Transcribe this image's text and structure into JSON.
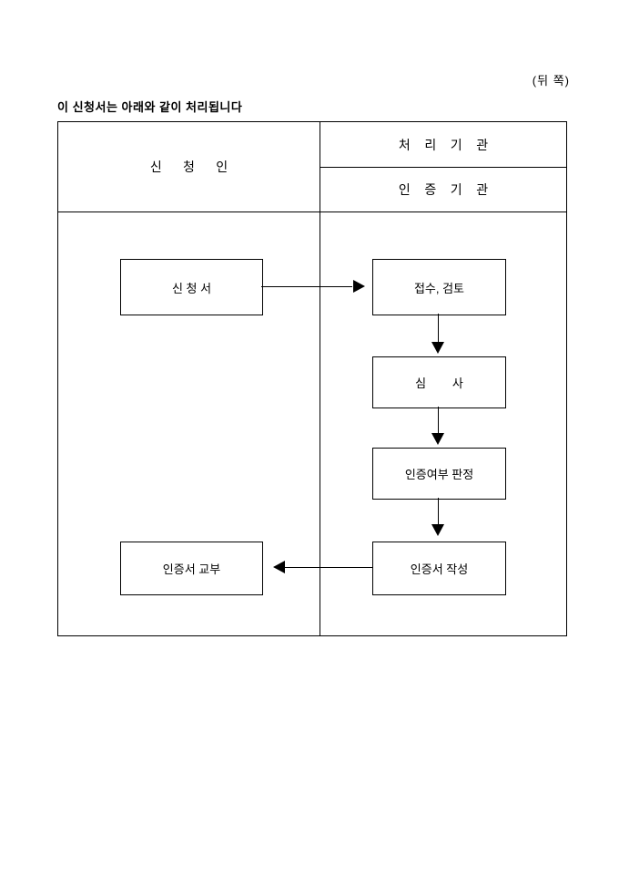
{
  "page": {
    "corner_note": "(뒤 쪽)",
    "intro": "이 신청서는 아래와 같이 처리됩니다"
  },
  "table": {
    "applicant_header": "신      청      인",
    "agency_header_top": "처    리    기    관",
    "agency_header_bottom": "인    증    기    관"
  },
  "flow": {
    "boxes": {
      "application": "신 청 서",
      "receipt_review": "접수, 검토",
      "examination": "심        사",
      "certification_decision": "인증여부 판정",
      "certificate_preparation": "인증서 작성",
      "certificate_issuance": "인증서 교부"
    }
  }
}
